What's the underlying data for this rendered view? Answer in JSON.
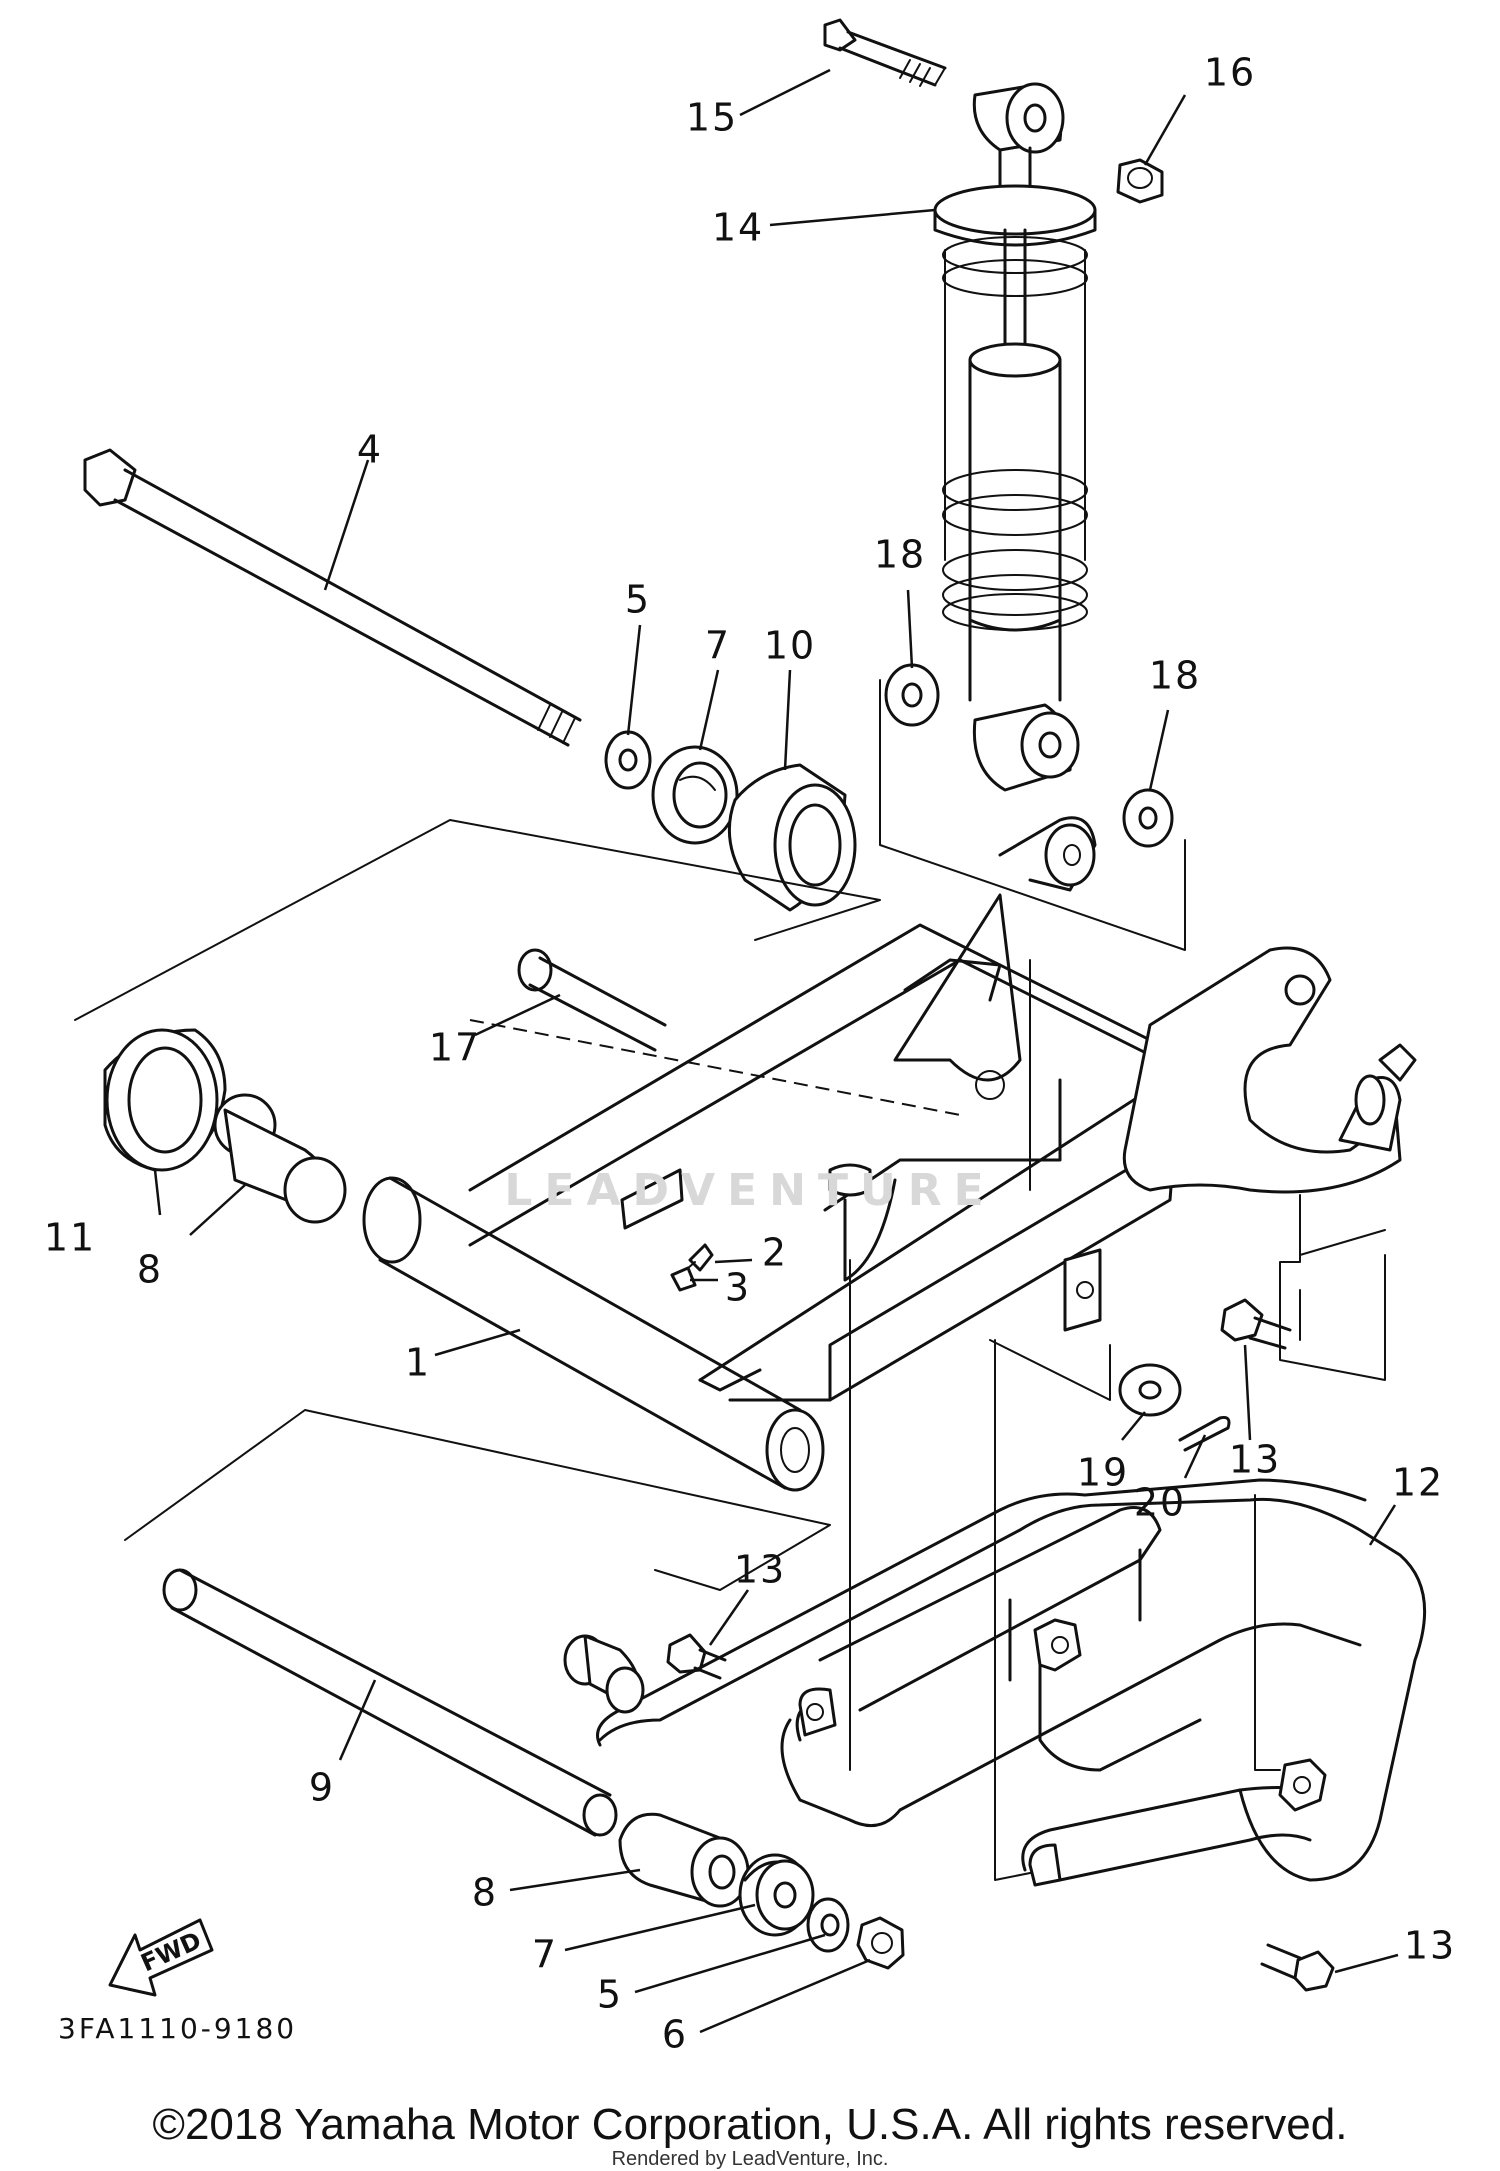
{
  "diagram": {
    "code": "3FA1110-9180",
    "fwd_label": "FWD",
    "watermark": "LEADVENTURE",
    "copyright": "©2018 Yamaha Motor Corporation, U.S.A. All rights reserved.",
    "rendered_by": "Rendered by LeadVenture, Inc.",
    "callouts": {
      "c1": "1",
      "c2": "2",
      "c3": "3",
      "c4": "4",
      "c5a": "5",
      "c5b": "5",
      "c6": "6",
      "c7a": "7",
      "c7b": "7",
      "c8a": "8",
      "c8b": "8",
      "c9": "9",
      "c10": "10",
      "c11": "11",
      "c12": "12",
      "c13a": "13",
      "c13b": "13",
      "c13c": "13",
      "c14": "14",
      "c15": "15",
      "c16": "16",
      "c17": "17",
      "c18a": "18",
      "c18b": "18",
      "c19": "19",
      "c20": "20"
    }
  }
}
